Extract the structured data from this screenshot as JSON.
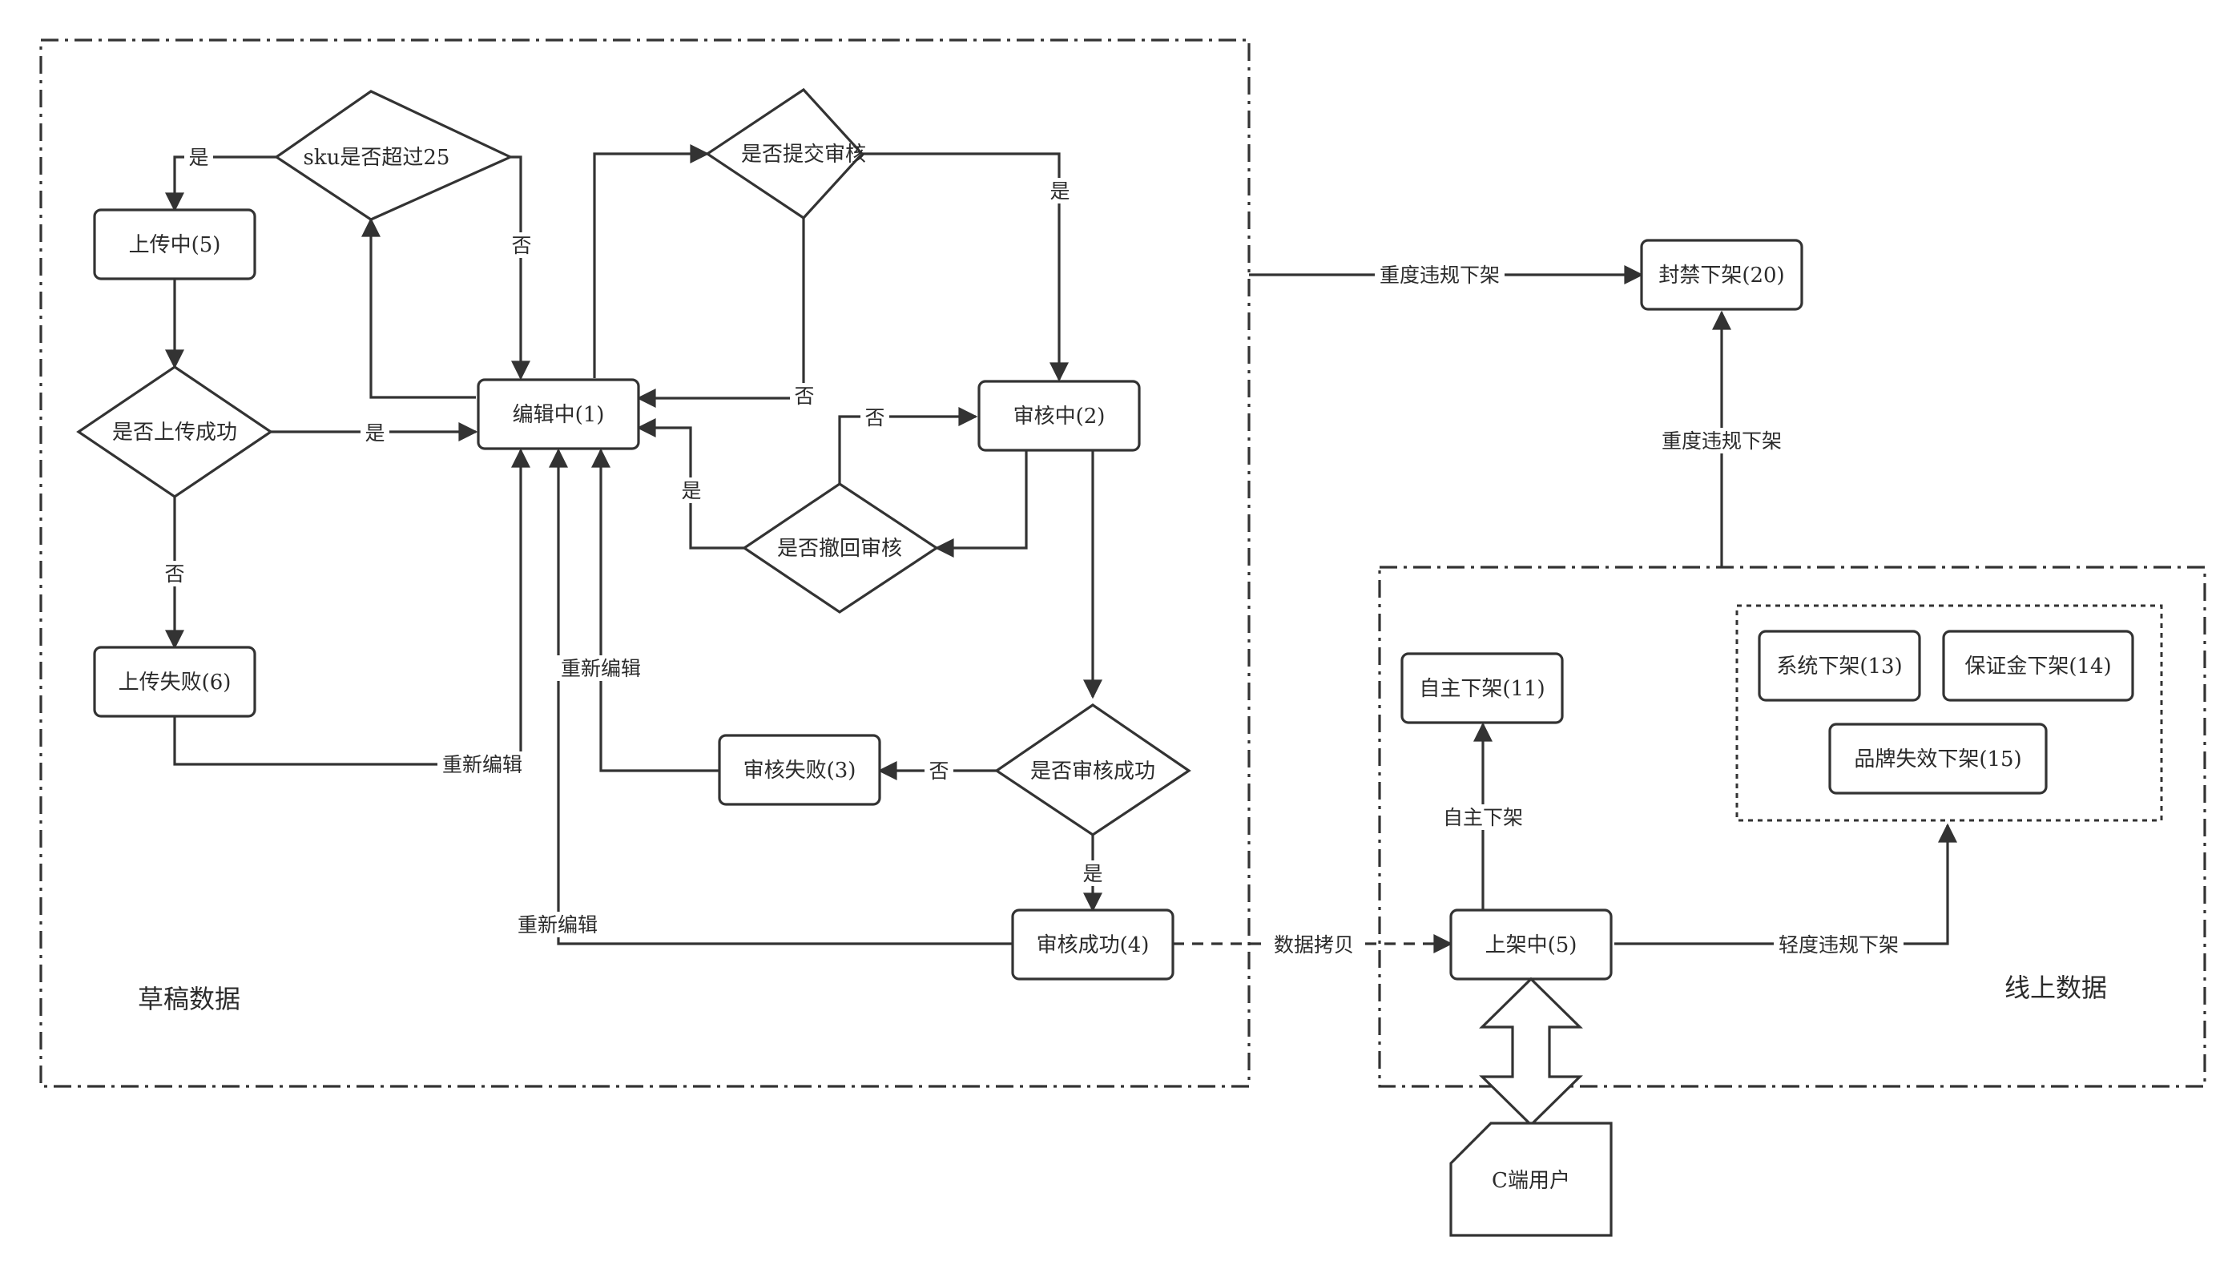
{
  "diagram": {
    "groups": {
      "draft": "草稿数据",
      "online": "线上数据"
    },
    "nodes": {
      "editing": "编辑中(1)",
      "uploading": "上传中(5)",
      "upload_failed": "上传失败(6)",
      "reviewing": "审核中(2)",
      "review_failed": "审核失败(3)",
      "review_success": "审核成功(4)",
      "ban_offline": "封禁下架(20)",
      "self_offline": "自主下架(11)",
      "system_offline": "系统下架(13)",
      "deposit_offline": "保证金下架(14)",
      "brand_offline": "品牌失效下架(15)",
      "online_on": "上架中(5)",
      "c_user": "C端用户"
    },
    "decisions": {
      "sku_over": "sku是否超过25",
      "upload_ok": "是否上传成功",
      "submit_review": "是否提交审核",
      "withdraw_review": "是否撤回审核",
      "review_ok": "是否审核成功"
    },
    "edges": {
      "yes": "是",
      "no": "否",
      "re_edit": "重新编辑",
      "severe_violation": "重度违规下架",
      "data_copy": "数据拷贝",
      "self_offline": "自主下架",
      "light_violation": "轻度违规下架"
    }
  }
}
